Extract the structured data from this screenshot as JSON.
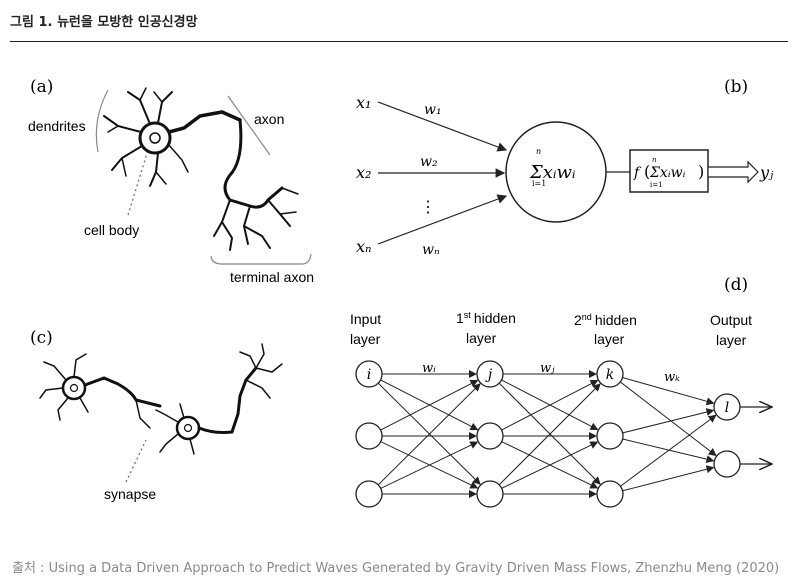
{
  "figure": {
    "title": "그림 1. 뉴런을 모방한 인공신경망",
    "caption": "출처 : Using a Data Driven Approach to Predict Waves Generated by Gravity Driven Mass Flows, Zhenzhu Meng (2020)"
  },
  "panel_a": {
    "letter": "(a)",
    "dendrites": "dendrites",
    "axon": "axon",
    "cell_body": "cell body",
    "terminal_axon": "terminal axon"
  },
  "panel_b": {
    "letter": "(b)",
    "inputs": [
      "x₁",
      "x₂",
      "⋮",
      "xₙ"
    ],
    "weights": [
      "w₁",
      "w₂",
      "wₙ"
    ],
    "sum": "Σxᵢwᵢ",
    "sum_upper": "n",
    "sum_lower": "i=1",
    "activation_f": "f",
    "output": "yⱼ"
  },
  "panel_c": {
    "letter": "(c)",
    "synapse": "synapse"
  },
  "panel_d": {
    "letter": "(d)",
    "input_layer": [
      "Input",
      "layer"
    ],
    "hidden1_pre": "1",
    "hidden1_sup": "st",
    "hidden1_post": "hidden",
    "hidden1_line2": "layer",
    "hidden2_pre": "2",
    "hidden2_sup": "nd",
    "hidden2_post": "hidden",
    "hidden2_line2": "layer",
    "output_layer": [
      "Output",
      "layer"
    ],
    "node_labels": [
      "i",
      "j",
      "k",
      "l"
    ],
    "weight_labels": [
      "wᵢ",
      "wⱼ",
      "wₖ"
    ]
  }
}
